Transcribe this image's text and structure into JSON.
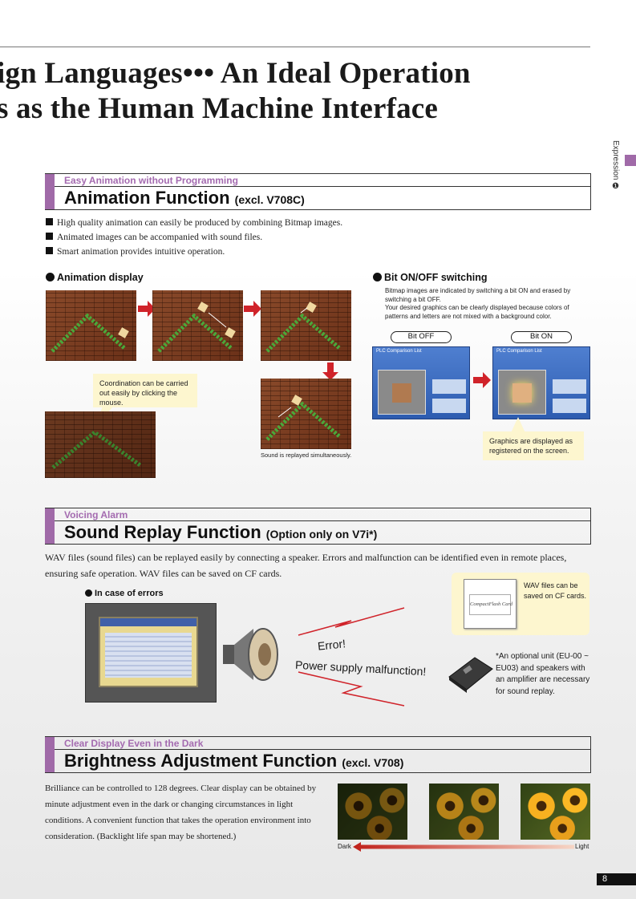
{
  "header": {
    "title_line1": "ign Languages••• An Ideal Operation",
    "title_line2": "s as the Human Machine Interface",
    "side_label": "Expression ❶"
  },
  "animation": {
    "subtitle": "Easy Animation without Programming",
    "title": "Animation Function",
    "title_suffix": "(excl. V708C)",
    "bullets": [
      "High quality animation can easily be produced by combining Bitmap images.",
      "Animated images can be accompanied with sound files.",
      "Smart animation provides intuitive operation."
    ],
    "display_heading": "Animation display",
    "callout": "Coordination can be carried out easily by clicking the mouse.",
    "sound_note": "Sound is replayed simultaneously.",
    "bit_heading": "Bit ON/OFF switching",
    "bit_desc_1": "Bitmap images are indicated by switching a bit ON and erased by switching a bit OFF.",
    "bit_desc_2": "Your desired graphics can be clearly displayed because colors of patterns and letters are not mixed with a background color.",
    "bit_off": "Bit OFF",
    "bit_on": "Bit ON",
    "graphics_note": "Graphics are displayed as registered on the screen.",
    "screen_caption": "PLC Comparison List"
  },
  "sound": {
    "subtitle": "Voicing Alarm",
    "title": "Sound Replay Function",
    "title_suffix": "(Option only on V7i*)",
    "body": "WAV files (sound files) can be replayed easily by connecting a speaker.  Errors and malfunction can be identified even in remote places, ensuring safe operation.  WAV files can be saved on CF cards.",
    "errors_heading": "In case of errors",
    "error_text": "Error!",
    "power_text": "Power supply malfunction!",
    "cf_card_label": "CompactFlash Card",
    "cf_note": "WAV files can be saved on CF cards.",
    "optional_note": "*An optional unit (EU-00 ~ EU03) and speakers with an amplifier are necessary for sound replay."
  },
  "brightness": {
    "subtitle": "Clear Display Even in the Dark",
    "title": "Brightness Adjustment Function",
    "title_suffix": "(excl. V708)",
    "body": "Brilliance can be controlled to 128 degrees.  Clear display can be obtained by minute adjustment even in the dark or changing circumstances in light conditions. A convenient function that takes the operation environment into consideration.  (Backlight life span may be shortened.)",
    "dark_label": "Dark",
    "light_label": "Light"
  },
  "page_number": "8",
  "colors": {
    "accent": "#a06aa8",
    "arrow_red": "#d0232a"
  }
}
